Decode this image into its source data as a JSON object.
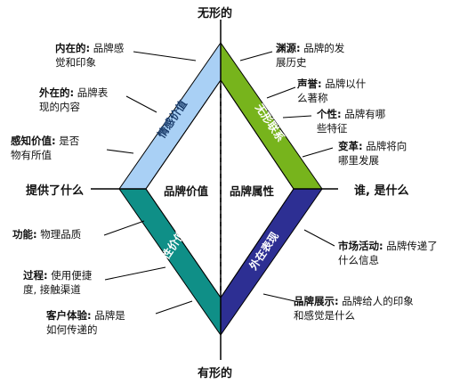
{
  "axes": {
    "top": "无形的",
    "bottom": "有形的",
    "left": "提供了什么",
    "right": "谁, 是什么"
  },
  "center": {
    "left": "品牌价值",
    "right": "品牌属性"
  },
  "quadrants": {
    "top_left": {
      "label": "情感价值",
      "color": "#a9d0f5"
    },
    "top_right": {
      "label": "无形联系",
      "color": "#77b41c"
    },
    "bottom_left": {
      "label": "理性价值",
      "color": "#0f8f87"
    },
    "bottom_right": {
      "label": "外在表现",
      "color": "#2d2f93"
    }
  },
  "left_items": [
    {
      "term": "内在的:",
      "desc_l1": " 品牌感",
      "desc_l2": "觉和印象"
    },
    {
      "term": "外在的:",
      "desc_l1": " 品牌表",
      "desc_l2": "现的内容"
    },
    {
      "term": "感知价值:",
      "desc_l1": " 是否",
      "desc_l2": "物有所值"
    },
    {
      "term": "功能:",
      "desc_l1": " 物理品质",
      "desc_l2": ""
    },
    {
      "term": "过程:",
      "desc_l1": " 使用便捷",
      "desc_l2": "度, 接触渠道"
    },
    {
      "term": "客户体验:",
      "desc_l1": " 品牌是",
      "desc_l2": "如何传递的"
    }
  ],
  "right_items": [
    {
      "term": "渊源:",
      "desc_l1": " 品牌的发",
      "desc_l2": "展历史"
    },
    {
      "term": "声誉:",
      "desc_l1": " 品牌以什",
      "desc_l2": "么著称"
    },
    {
      "term": "个性:",
      "desc_l1": " 品牌有哪",
      "desc_l2": "些特征"
    },
    {
      "term": "变革:",
      "desc_l1": " 品牌将向",
      "desc_l2": "哪里发展"
    },
    {
      "term": "市场活动:",
      "desc_l1": " 品牌传递了",
      "desc_l2": "什么信息"
    },
    {
      "term": "品牌展示:",
      "desc_l1": " 品牌给人的印象",
      "desc_l2": "和感觉是什么"
    }
  ]
}
